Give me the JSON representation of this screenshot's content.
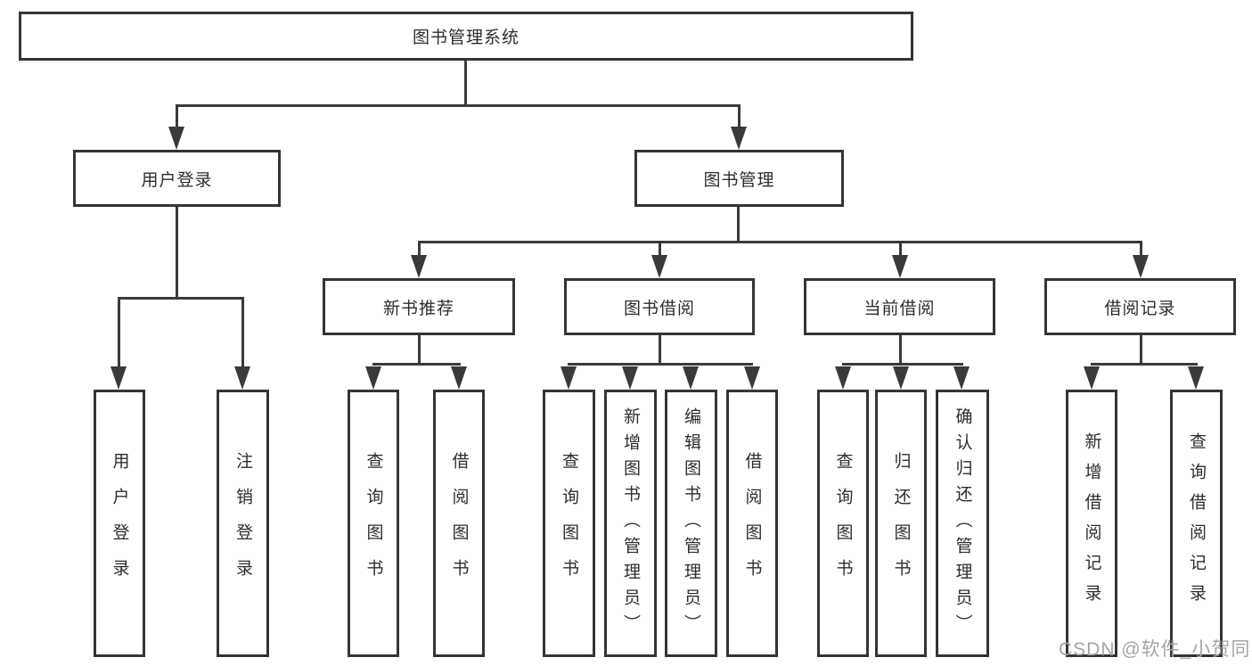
{
  "diagram": {
    "root": "图书管理系统",
    "level2": [
      "用户登录",
      "图书管理"
    ],
    "login_children": [
      "用户登录",
      "注销登录"
    ],
    "level3": [
      "新书推荐",
      "图书借阅",
      "当前借阅",
      "借阅记录"
    ],
    "new_book_children": [
      "查询图书",
      "借阅图书"
    ],
    "book_borrow_children": [
      "查询图书",
      "新增图书（管理员）",
      "编辑图书（管理员）",
      "借阅图书"
    ],
    "current_borrow_children": [
      "查询图书",
      "归还图书",
      "确认归还（管理员）"
    ],
    "borrow_record_children": [
      "新增借阅记录",
      "查询借阅记录"
    ]
  },
  "watermark": "CSDN @软件_小贺同学",
  "colors": {
    "line": "#3a3a3a",
    "box_border": "#343434",
    "text": "#2d2d31",
    "watermark": "#a5a5a8",
    "background": "#ffffff"
  }
}
